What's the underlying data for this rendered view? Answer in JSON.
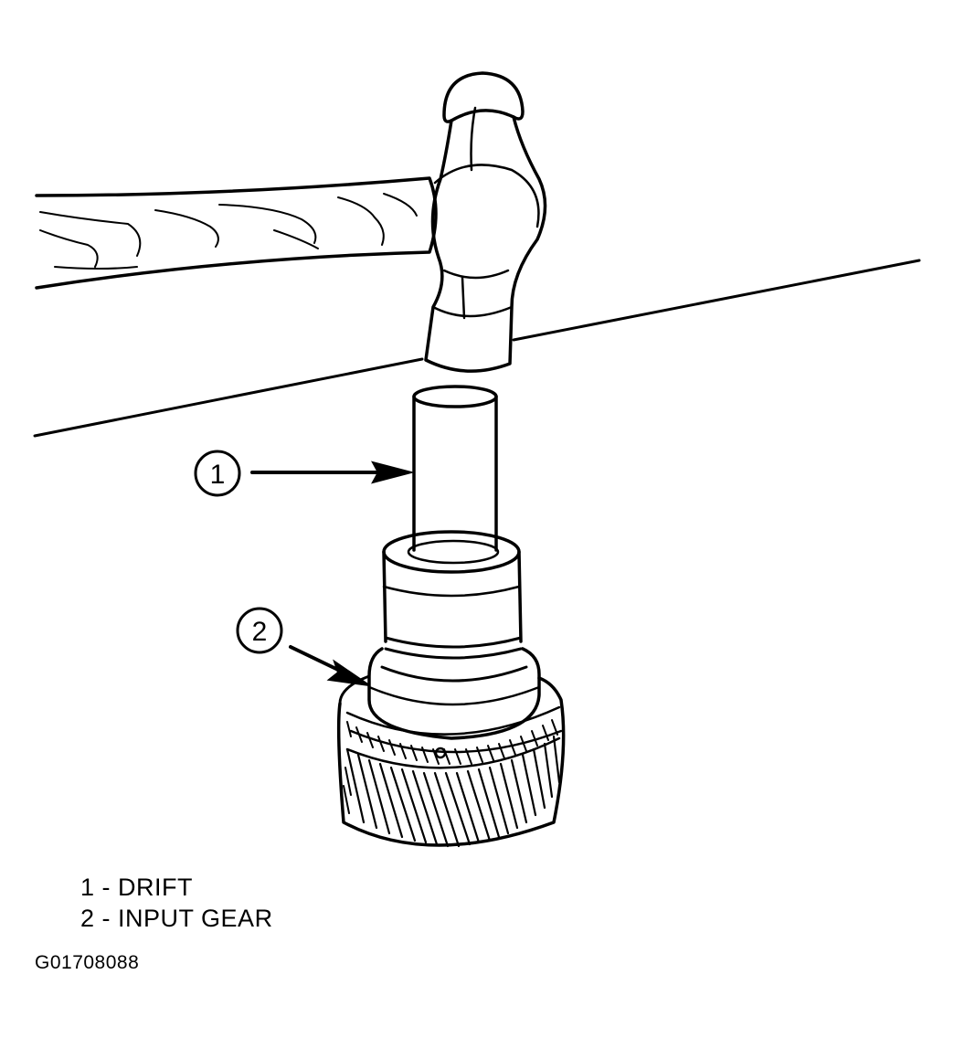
{
  "callouts": [
    {
      "number": "1"
    },
    {
      "number": "2"
    }
  ],
  "legend": [
    {
      "number": "1",
      "separator": " - ",
      "label": "DRIFT"
    },
    {
      "number": "2",
      "separator": " - ",
      "label": "INPUT GEAR"
    }
  ],
  "figure_code": "G01708088"
}
